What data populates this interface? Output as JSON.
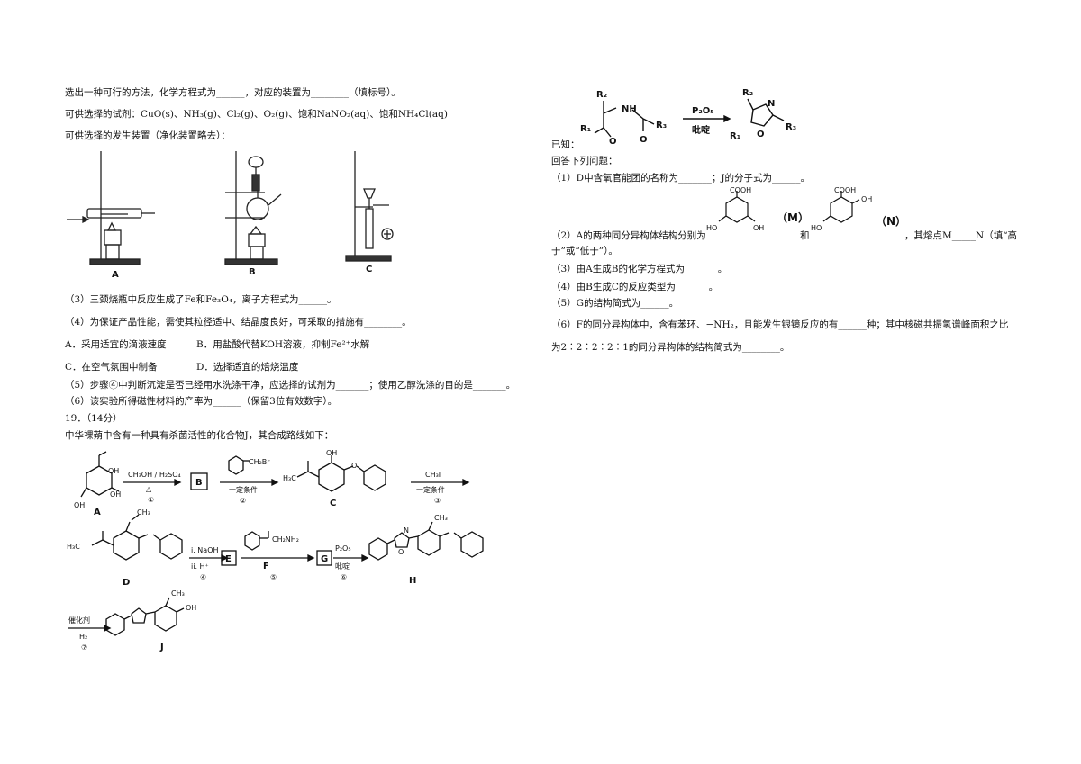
{
  "left": {
    "line1": "选出一种可行的方法，化学方程式为______，对应的装置为________（填标号）。",
    "line2": "可供选择的试剂：CuO(s)、NH₃(g)、Cl₂(g)、O₂(g)、饱和NaNO₂(aq)、饱和NH₄Cl(aq)",
    "line3": "可供选择的发生装置（净化装置略去）：",
    "apparatus_labels": [
      "A",
      "B",
      "C"
    ],
    "q3": "（3）三颈烧瓶中反应生成了Fe和Fe₃O₄，离子方程式为______。",
    "q4": "（4）为保证产品性能，需使其粒径适中、结晶度良好，可采取的措施有________。",
    "q4_a": "A．采用适宜的滴液速度",
    "q4_b": "B．用盐酸代替KOH溶液，抑制Fe²⁺水解",
    "q4_c": "C．在空气氛围中制备",
    "q4_d": "D．选择适宜的焙烧温度",
    "q5": "（5）步骤④中判断沉淀是否已经用水洗涤干净，应选择的试剂为_______；使用乙醇洗涤的目的是_______。",
    "q6": "（6）该实验所得磁性材料的产率为______（保留3位有效数字）。",
    "q19": "19．（14分）",
    "q19_intro": "中华裸蒴中含有一种具有杀菌活性的化合物J，其合成路线如下：",
    "scheme": {
      "reagent1": "CH₃OH / H₂SO₄",
      "cond1": "△",
      "step1": "①",
      "boxB": "B",
      "reagent2": "CH₂Br",
      "cond2": "一定条件",
      "step2": "②",
      "reagent3": "CH₃I",
      "cond3": "一定条件",
      "step3": "③",
      "reagent4a": "i. NaOH",
      "reagent4b": "ii. H⁺",
      "step4": "④",
      "boxE": "E",
      "reagentF": "CH₂NH₂",
      "step5": "⑤",
      "boxG": "G",
      "reagent6": "P₂O₅",
      "cond6": "吡啶",
      "step6": "⑥",
      "reagent7": "催化剂",
      "cond7": "H₂",
      "step7": "⑦",
      "labels": [
        "A",
        "C",
        "D",
        "F",
        "H",
        "J"
      ],
      "groups": {
        "oh": "OH",
        "me": "H₃C",
        "och3": "CH₃",
        "o": "O",
        "n": "N"
      }
    }
  },
  "right": {
    "known_reaction": {
      "r1": "R₁",
      "r2": "R₂",
      "r3": "R₃",
      "nh": "NH",
      "o": "O",
      "n": "N",
      "reagent": "P₂O₅",
      "cond": "吡啶"
    },
    "known": "已知：",
    "answer": "回答下列问题：",
    "q1": "（1）D中含氧官能团的名称为_______；J的分子式为______。",
    "q2_pre": "（2）A的两种同分异构体结构分别为",
    "q2_and": "和",
    "q2_post": "，其熔点M_____N（填“高",
    "q2_post2": "于”或“低于”）。",
    "label_m": "（M）",
    "label_n": "（N）",
    "q2_groups": {
      "cooh": "COOH",
      "oh": "OH",
      "ho": "HO"
    },
    "q3": "（3）由A生成B的化学方程式为_______。",
    "q4": "（4）由B生成C的反应类型为_______。",
    "q5": "（5）G的结构简式为______。",
    "q6a": "（6）F的同分异构体中，含有苯环、−NH₂，且能发生银镜反应的有______种；其中核磁共振氢谱峰面积之比",
    "q6b": "为2︰2︰2︰2︰1的同分异构体的结构简式为________。"
  }
}
